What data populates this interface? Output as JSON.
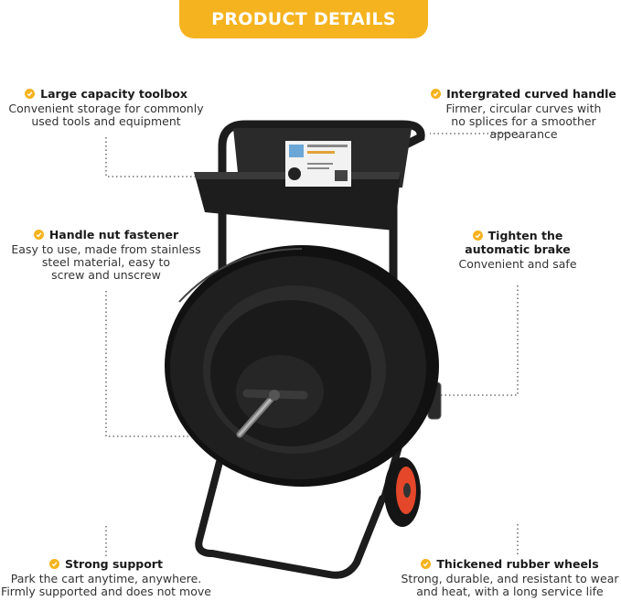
{
  "banner": {
    "title": "PRODUCT DETAILS"
  },
  "accent_color": "#f5b31f",
  "features": {
    "toolbox": {
      "title": "Large capacity toolbox",
      "desc": [
        "Convenient storage for commonly",
        "used tools and equipment"
      ]
    },
    "handle": {
      "title": "Intergrated curved handle",
      "desc": [
        "Firmer, circular curves with",
        "no splices for a smoother",
        "appearance"
      ]
    },
    "nut": {
      "title": "Handle nut fastener",
      "desc": [
        "Easy to use, made from stainless",
        "steel material, easy to",
        "screw and unscrew"
      ]
    },
    "brake": {
      "title": [
        "Tighten the",
        "automatic brake"
      ],
      "desc": [
        "Convenient and safe"
      ]
    },
    "support": {
      "title": "Strong support",
      "desc": [
        "Park the cart anytime, anywhere.",
        "Firmly supported and does not move"
      ]
    },
    "wheels": {
      "title": "Thickened rubber wheels",
      "desc": [
        "Strong, durable, and resistant to wear",
        "and heat, with a long service life"
      ]
    }
  }
}
